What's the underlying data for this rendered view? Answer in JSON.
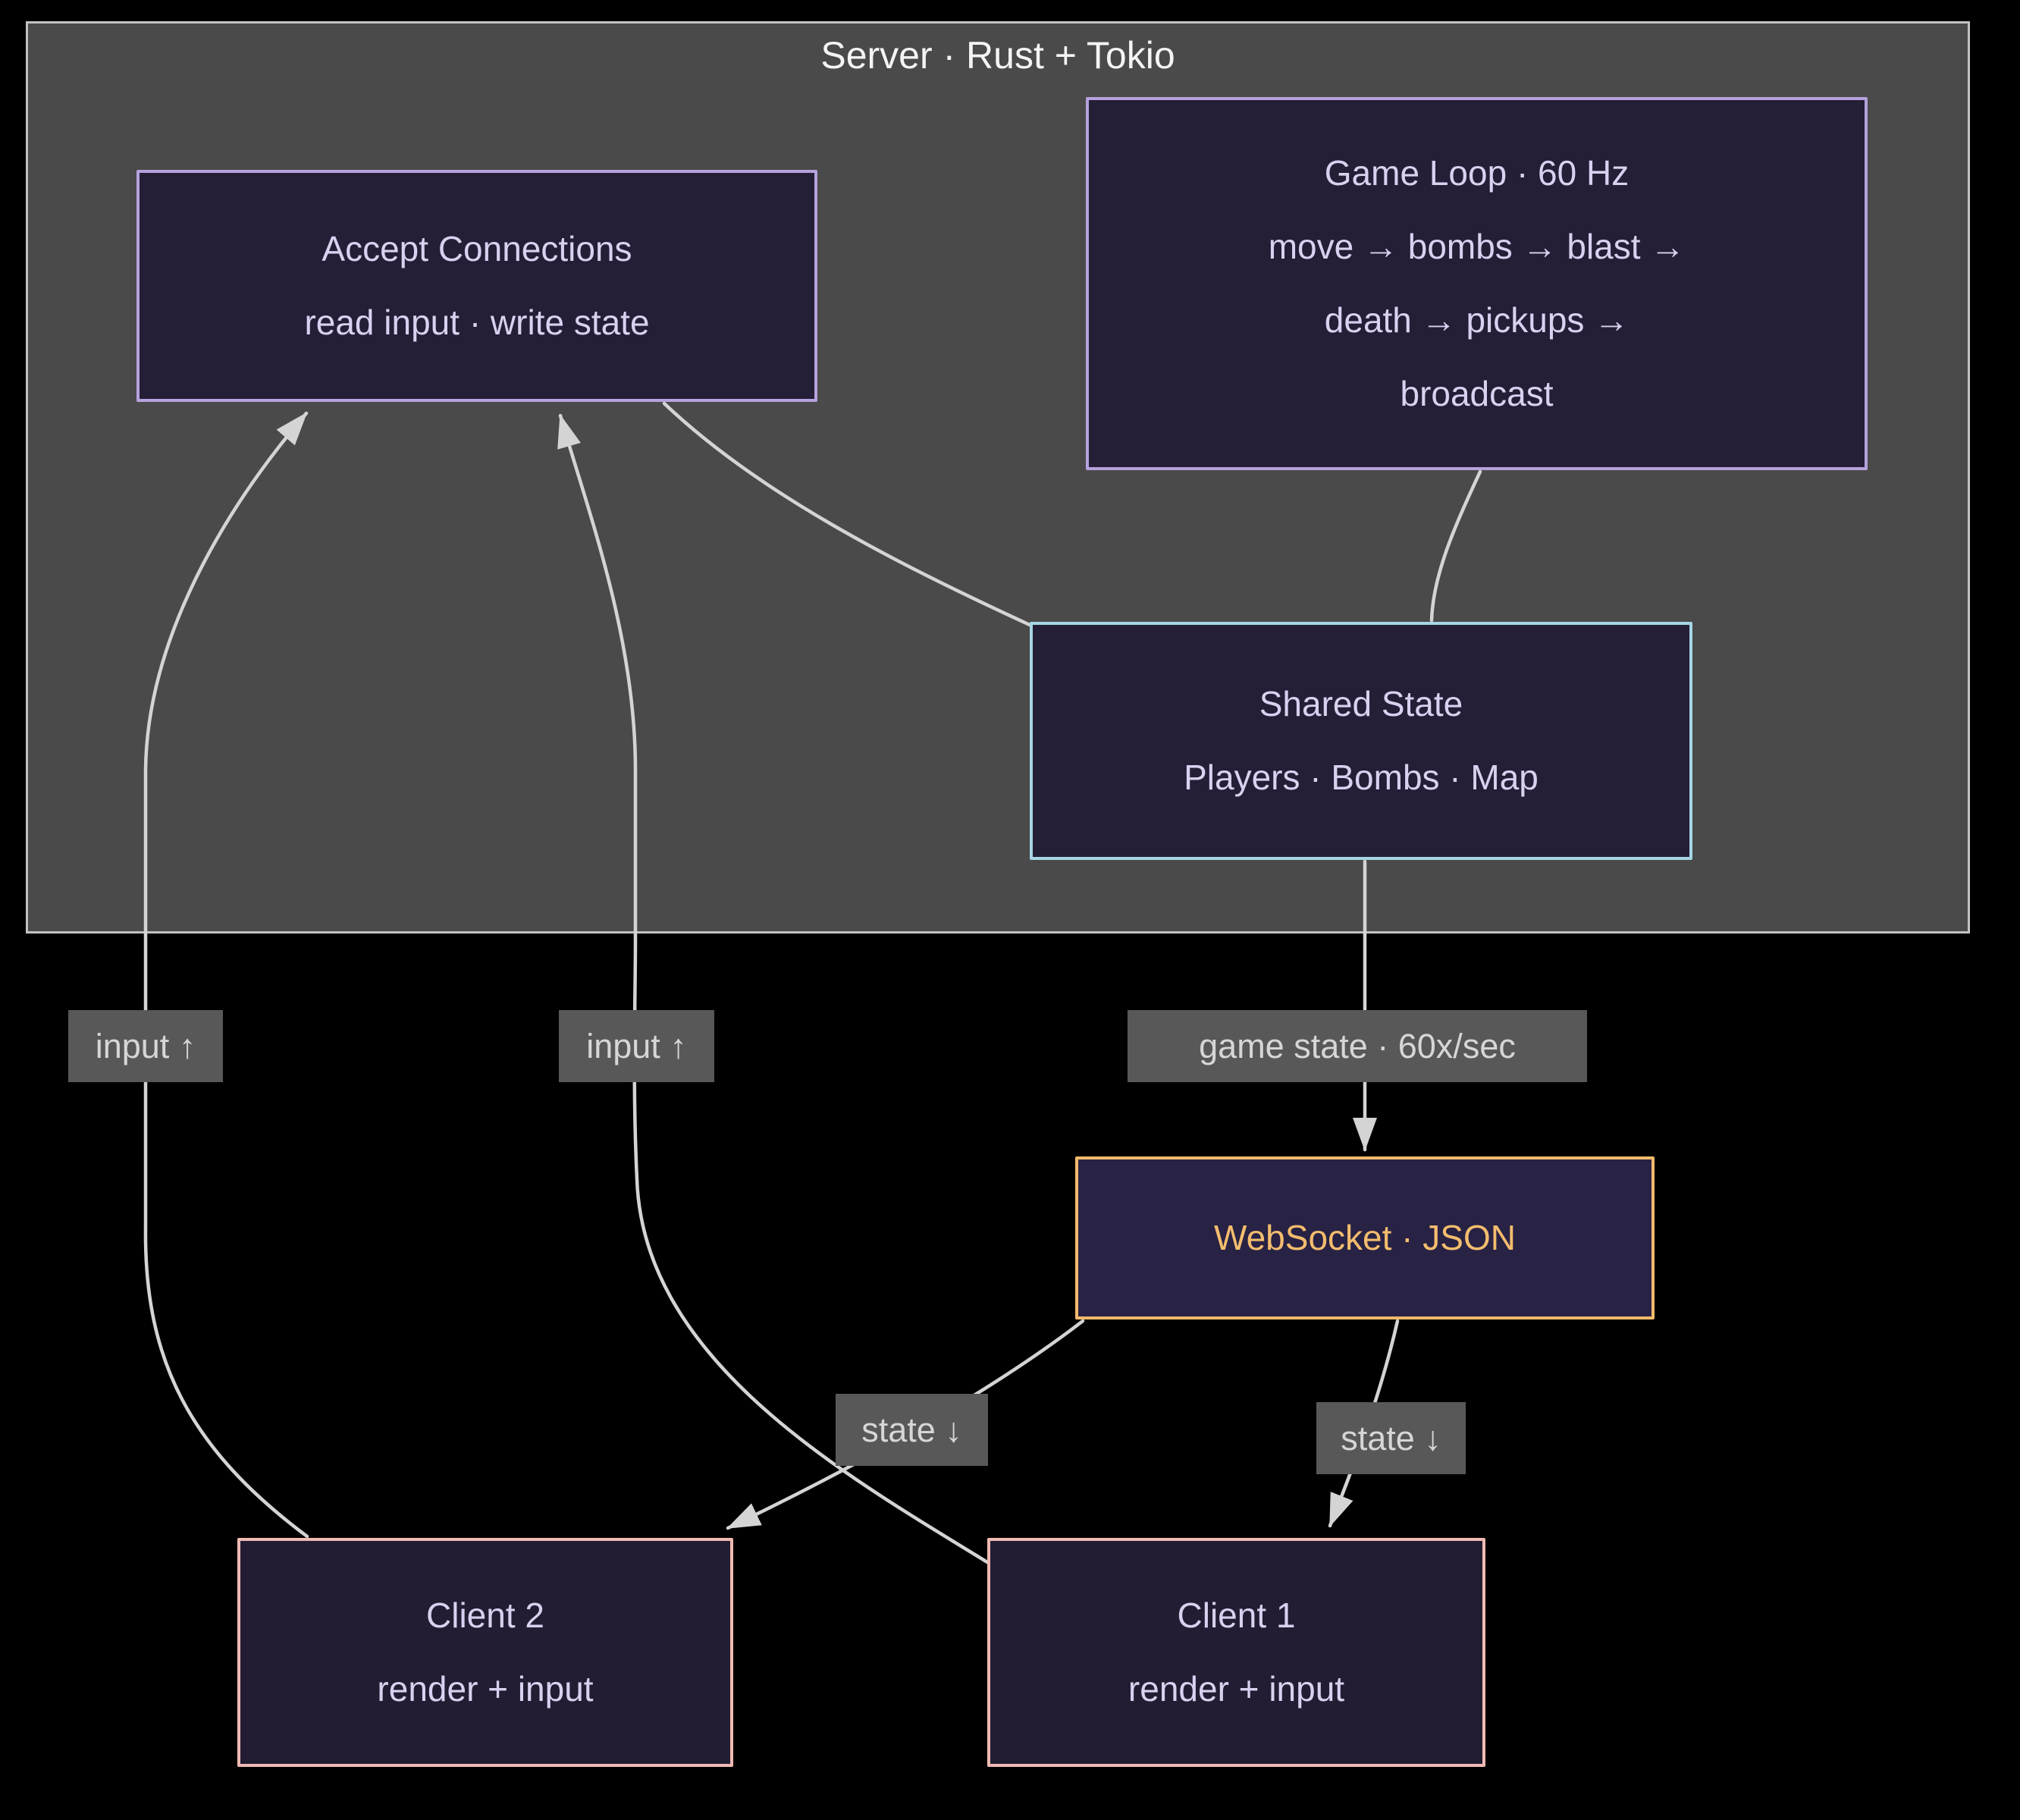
{
  "cluster": {
    "title": "Server · Rust + Tokio",
    "fill": "#4a4a4a",
    "stroke": "#c2c2c2"
  },
  "nodes": {
    "accept": {
      "lines": [
        "Accept Connections",
        "read input · write state"
      ],
      "border": "#b6a2de"
    },
    "game_loop": {
      "lines": [
        "Game Loop · 60 Hz",
        "move → bombs → blast →",
        "death → pickups →",
        "broadcast"
      ],
      "border": "#b6a2de"
    },
    "shared_state": {
      "lines": [
        "Shared State",
        "Players · Bombs · Map"
      ],
      "border": "#a6d6e6"
    },
    "websocket": {
      "lines": [
        "WebSocket · JSON"
      ],
      "border": "#f2ba6c",
      "text_color": "#f4bd6e"
    },
    "client2": {
      "lines": [
        "Client 2",
        "render + input"
      ],
      "border": "#f0bab2"
    },
    "client1": {
      "lines": [
        "Client 1",
        "render + input"
      ],
      "border": "#f0bab2"
    }
  },
  "edge_labels": {
    "input_left": "input ↑",
    "input_right": "input ↑",
    "game_state": "game state · 60x/sec",
    "state_left": "state ↓",
    "state_right": "state ↓"
  },
  "colors": {
    "background": "#000000",
    "edge": "#d4d4d4",
    "node_fill": "#241e36",
    "node_text": "#d8d1f0",
    "label_bg": "#585858",
    "label_text": "#d6d6d6"
  }
}
